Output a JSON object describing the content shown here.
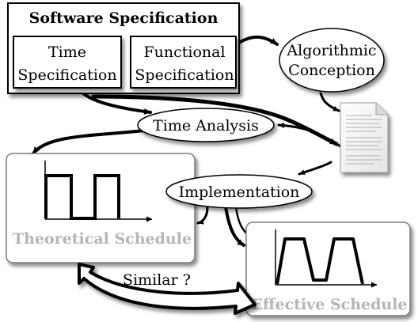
{
  "nodes": {
    "software_spec": {
      "title": "Software Specification"
    },
    "time_spec": {
      "line1": "Time",
      "line2": "Specification"
    },
    "functional_spec": {
      "line1": "Functional",
      "line2": "Specification"
    },
    "algorithmic_conception": {
      "line1": "Algorithmic",
      "line2": "Conception"
    },
    "time_analysis": {
      "label": "Time Analysis"
    },
    "implementation": {
      "label": "Implementation"
    },
    "theoretical_schedule": {
      "label": "Theoretical Schedule"
    },
    "effective_schedule": {
      "label": "Effective Schedule"
    }
  },
  "relations": {
    "similar": "Similar ?"
  },
  "colors": {
    "caption_grey": "#b5b5b5",
    "line": "#000000"
  },
  "icons": {
    "document": "document-icon"
  }
}
